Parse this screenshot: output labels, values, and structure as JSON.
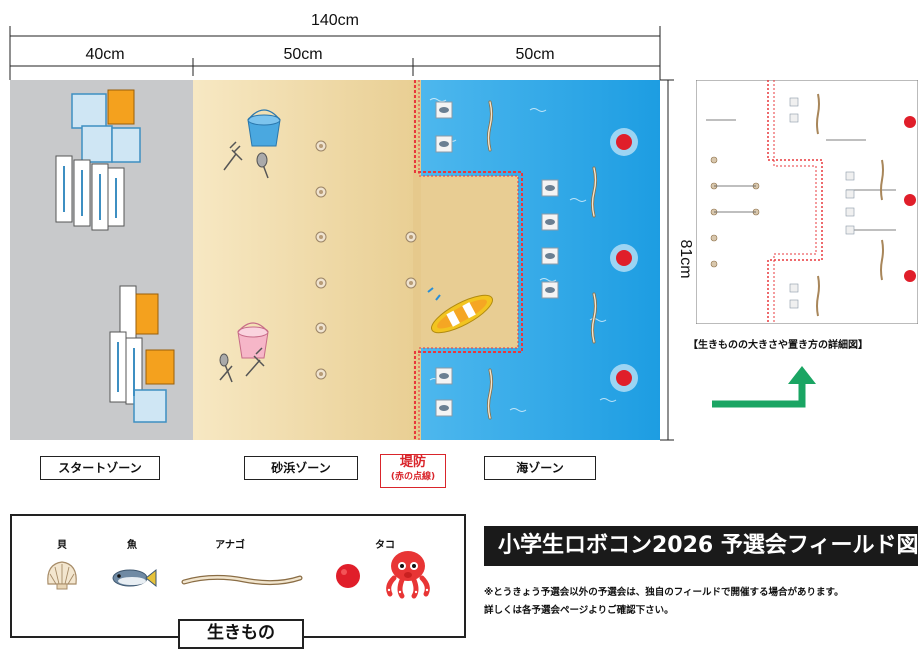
{
  "dimensions": {
    "total": "140cm",
    "start_width": "40cm",
    "beach_width": "50cm",
    "sea_width": "50cm",
    "height": "81cm"
  },
  "zones": {
    "start": "スタートゾーン",
    "beach": "砂浜ゾーン",
    "levee": "堤防",
    "levee_note": "(赤の点線)",
    "sea": "海ゾーン"
  },
  "legend": {
    "shell": "貝",
    "fish": "魚",
    "eel": "アナゴ",
    "octopus": "タコ",
    "title": "生きもの"
  },
  "title": "小学生ロボコン2026 予選会フィールド図",
  "notes": [
    "※とうきょう予選会以外の予選会は、独自のフィールドで開催する場合があります。",
    "詳しくは各予選会ページよりご確認下さい。"
  ],
  "detail_caption": "【生きものの大きさや置き方の詳細図】",
  "colors": {
    "start_zone": "#c9cacc",
    "beach_zone": "#f2dcaa",
    "sea_zone": "#29a6e6",
    "levee_line": "#e8383d",
    "arrow": "#1aa563",
    "octopus": "#e83535"
  }
}
